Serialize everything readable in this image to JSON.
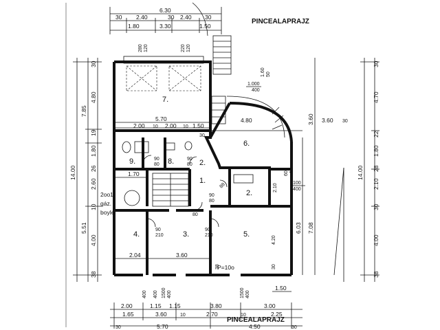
{
  "title": "PINCEALAPRAJZ",
  "bottom_title": "PINCEALAPRAJZ",
  "rooms": {
    "r1": "1.",
    "r2a": "2.",
    "r2b": "2.",
    "r3": "3.",
    "r4": "4.",
    "r5": "5.",
    "r6": "6.",
    "r7": "7.",
    "r8": "8.",
    "r9": "9."
  },
  "boiler": {
    "l1": "2oo1",
    "l2": "gáz.",
    "l3": "boyle"
  },
  "floor_note": "P=10o",
  "top_dims": {
    "overall": "6.30",
    "r1": [
      "30",
      "2.40",
      "30",
      "2.40",
      "30"
    ],
    "r2": [
      "1.80",
      "3.30",
      "1.50"
    ]
  },
  "left_dims": {
    "total": "14.00",
    "c1": [
      "7.85",
      "5.51"
    ],
    "c2": [
      "30",
      "4.80",
      "19",
      "1.80",
      "26",
      "2.60",
      "10",
      "4.00",
      "38"
    ]
  },
  "right_dims": {
    "total": "14.00",
    "c1": [
      "3.60",
      "6.03",
      "7.08"
    ],
    "c2": [
      "30",
      "4.70",
      "22",
      "1.80",
      "28",
      "2.10",
      "30",
      "4.00",
      "38"
    ]
  },
  "bottom_dims": {
    "r1": [
      "400",
      "400",
      "1500",
      "400",
      "1500",
      "400"
    ],
    "r2": [
      "2.00",
      "1.15",
      "1.15",
      "3.80",
      "3.00"
    ],
    "r3": [
      "1.65",
      "3.60",
      "10",
      "2.70",
      "10",
      "2.25"
    ],
    "r4": [
      "30",
      "5.70",
      "4.50",
      "30"
    ],
    "extra": "1.50"
  },
  "interior": {
    "w1": [
      "280",
      "120"
    ],
    "w2": [
      "220",
      "120"
    ],
    "d1": [
      "1.60",
      "50"
    ],
    "d2": [
      "1.000",
      "400"
    ],
    "d3": "4.80",
    "d4": "3.60",
    "d5": "30",
    "row": [
      "2.00",
      "10",
      "2.00",
      "10",
      "1.50"
    ],
    "d6": "30",
    "d7": "5.70",
    "door1": [
      "90",
      "80"
    ],
    "door2": [
      "90",
      "80"
    ],
    "d8": "1.70",
    "w3": [
      "100",
      "400"
    ],
    "d9": "2.10",
    "d10": "60",
    "door3": [
      "90",
      "80"
    ],
    "d11": "80",
    "door4": [
      "90",
      "210"
    ],
    "door5": [
      "90",
      "210"
    ],
    "d12": "4.20",
    "d13": "2.04",
    "d14": "3.60",
    "d15": "30",
    "d16": "38",
    "d17": "88",
    "d18": "10"
  }
}
